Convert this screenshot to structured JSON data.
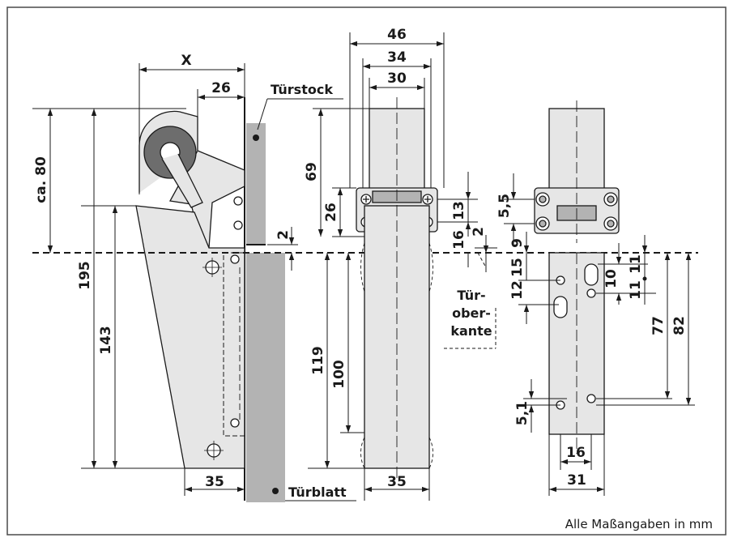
{
  "labels": {
    "tuerstock": "Türstock",
    "tuerblatt": "Türblatt",
    "tuer_ober_1": "Tür-",
    "tuer_ober_2": "ober-",
    "tuer_ober_3": "kante",
    "note": "Alle Maßangaben in mm"
  },
  "dims": {
    "x": "X",
    "d26_top": "26",
    "ca80": "ca. 80",
    "d195": "195",
    "d143": "143",
    "d35_side": "35",
    "d2_side": "2",
    "d46": "46",
    "d34": "34",
    "d30": "30",
    "d69": "69",
    "d26_front": "26",
    "d13": "13",
    "d16_front": "16",
    "d2_front": "2",
    "d119": "119",
    "d100": "100",
    "d35_front": "35",
    "d5_5": "5,5",
    "d9": "9",
    "d15": "15",
    "d12": "12",
    "d10": "10",
    "d11a": "11",
    "d11b": "11",
    "d77": "77",
    "d82": "82",
    "d5_1": "5,1",
    "d16_plate": "16",
    "d31": "31"
  },
  "colors": {
    "line": "#1a1a1a",
    "body_fill": "#e6e6e6",
    "door_fill": "#b3b3b3",
    "roller": "#6d6d6d",
    "frame": "#4a4a4a"
  }
}
